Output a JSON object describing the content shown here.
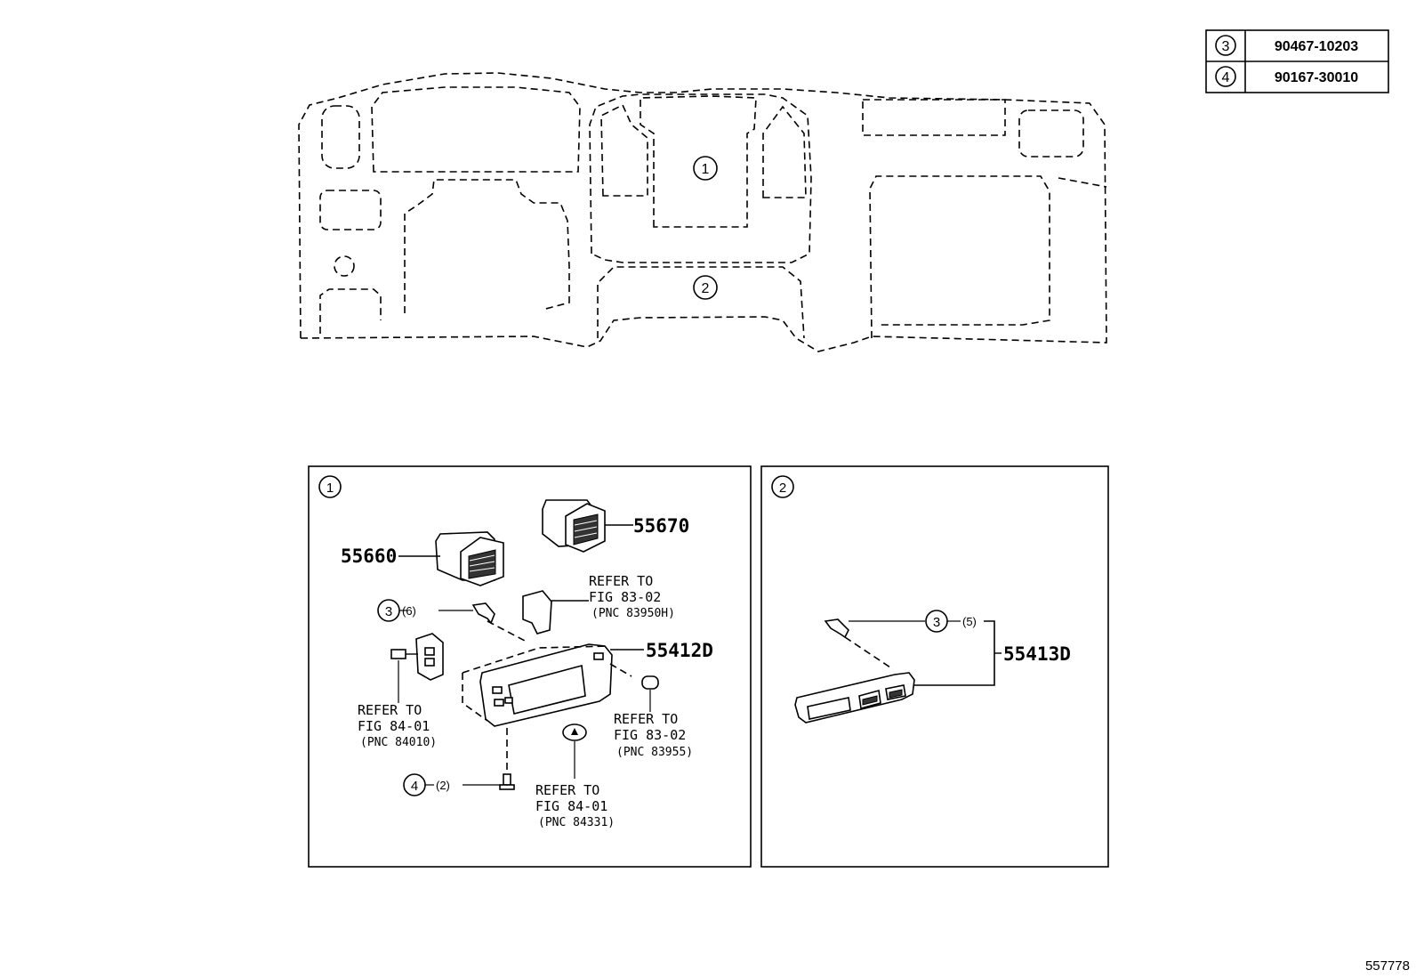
{
  "parts_table": [
    {
      "ref": "3",
      "part_no": "90467-10203"
    },
    {
      "ref": "4",
      "part_no": "90167-30010"
    }
  ],
  "overview": {
    "callout_1": "1",
    "callout_2": "2"
  },
  "panel_1": {
    "tag": "1",
    "parts": {
      "p55660": "55660",
      "p55670": "55670",
      "p55412d": "55412D"
    },
    "clip_ref": "3",
    "clip_qty": "(6)",
    "screw_ref": "4",
    "screw_qty": "(2)",
    "refer_a": {
      "l1": "REFER TO",
      "l2": "FIG 83-02",
      "l3": "(PNC 83950H)"
    },
    "refer_b": {
      "l1": "REFER TO",
      "l2": "FIG 84-01",
      "l3": "(PNC 84010)"
    },
    "refer_c": {
      "l1": "REFER TO",
      "l2": "FIG 83-02",
      "l3": "(PNC 83955)"
    },
    "refer_d": {
      "l1": "REFER TO",
      "l2": "FIG 84-01",
      "l3": "(PNC 84331)"
    }
  },
  "panel_2": {
    "tag": "2",
    "clip_ref": "3",
    "clip_qty": "(5)",
    "part_no": "55413D"
  },
  "figure_id": "557778"
}
